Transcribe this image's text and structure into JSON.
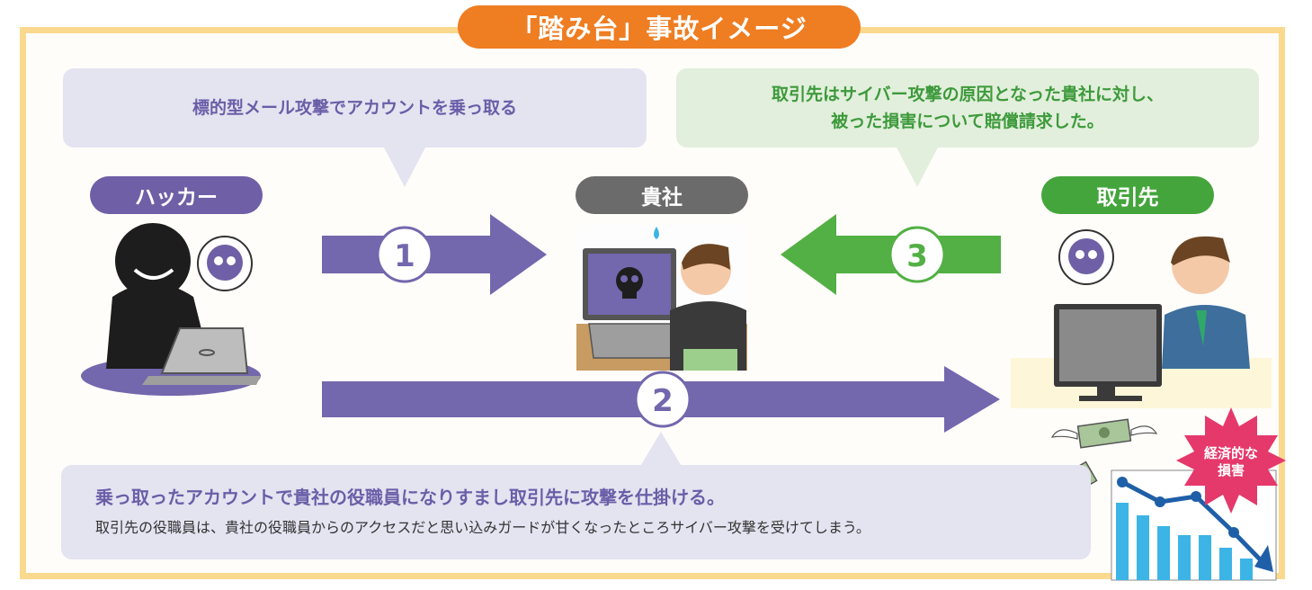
{
  "title": "「踏み台」事故イメージ",
  "roles": {
    "hacker": "ハッカー",
    "company": "貴社",
    "partner": "取引先"
  },
  "bubbles": {
    "step1": "標的型メール攻撃でアカウントを乗っ取る",
    "step3": "取引先はサイバー攻撃の原因となった貴社に対し、\n被った損害について賠償請求した。",
    "step2_main": "乗っ取ったアカウントで貴社の役職員になりすまし取引先に攻撃を仕掛ける。",
    "step2_sub": "取引先の役職員は、貴社の役職員からのアクセスだと思い込みガードが甘くなったところサイバー攻撃を受けてしまう。"
  },
  "arrows": {
    "one": "1",
    "two": "2",
    "three": "3"
  },
  "badge": {
    "line1": "経済的な",
    "line2": "損害"
  },
  "colors": {
    "purple": "#7367ad",
    "green": "#52b044",
    "orange": "#ef7d22",
    "frame": "#fad98f",
    "badge": "#e5386b",
    "chart_bar": "#3cb4e6",
    "chart_line": "#1f5fa8"
  },
  "icons": [
    "skull-icon",
    "money-icon"
  ]
}
